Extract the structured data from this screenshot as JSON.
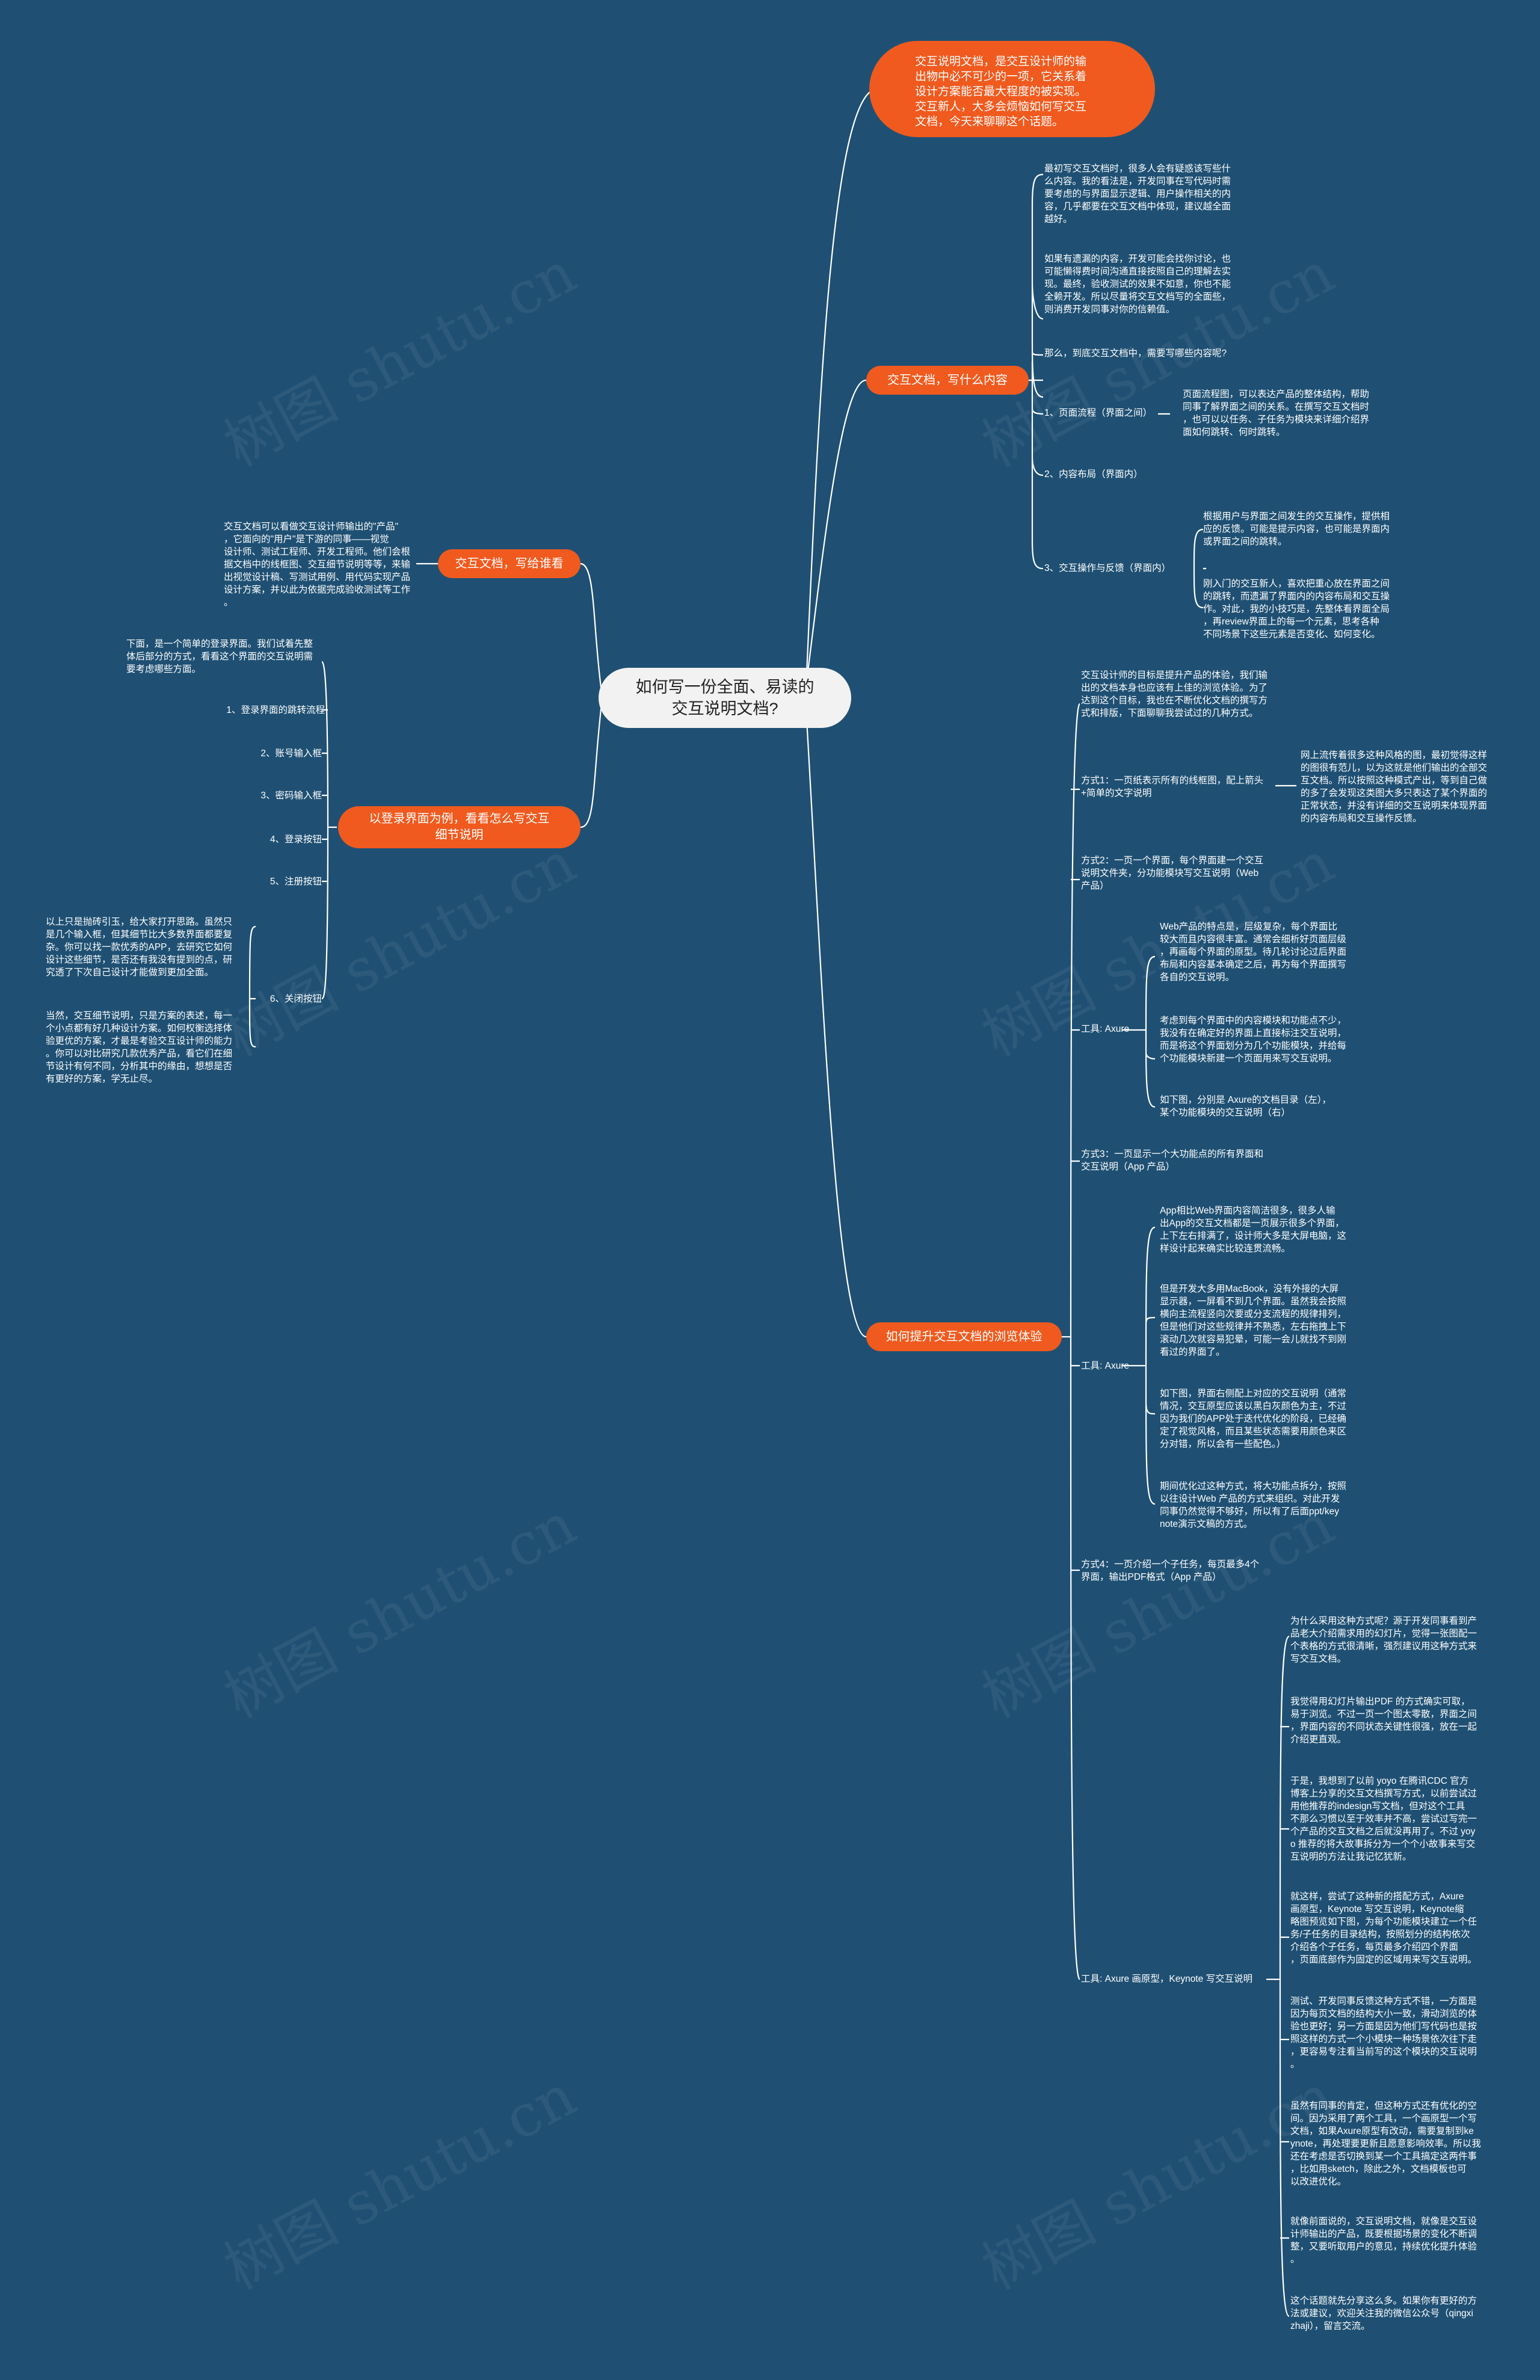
{
  "watermark": "树图 shutu.cn",
  "colors": {
    "background": "#1f5073",
    "accent": "#f05a1e",
    "root_fill": "#f2f2f2",
    "line": "#ffffff"
  },
  "root": {
    "title": "如何写一份全面、易读的\n交互说明文档?"
  },
  "branches": {
    "intro": {
      "text": "交互说明文档，是交互设计师的输\n出物中必不可少的一项，它关系着\n设计方案能否最大程度的被实现。\n交互新人，大多会烦恼如何写交互\n文档，今天来聊聊这个话题。"
    },
    "content": {
      "label": "交互文档，写什么内容",
      "p1": "最初写交互文档时，很多人会有疑惑该写些什\n么内容。我的看法是，开发同事在写代码时需\n要考虑的与界面显示逻辑、用户操作相关的内\n容，几乎都要在交互文档中体现，建议越全面\n越好。",
      "p2": "如果有遗漏的内容，开发可能会找你讨论，也\n可能懒得费时间沟通直接按照自己的理解去实\n现。最终，验收测试的效果不如意，你也不能\n全赖开发。所以尽量将交互文档写的全面些，\n则消费开发同事对你的信赖值。",
      "q": "那么，到底交互文档中，需要写哪些内容呢?",
      "item1_label": "1、页面流程（界面之间）",
      "item1_desc": "页面流程图，可以表达产品的整体结构，帮助\n同事了解界面之间的关系。在撰写交互文档时\n，也可以以任务、子任务为模块来详细介绍界\n面如何跳转、何时跳转。",
      "item2_label": "2、内容布局（界面内）",
      "item3_label": "3、交互操作与反馈（界面内）",
      "item3_a": "根据用户与界面之间发生的交互操作，提供相\n应的反馈。可能是提示内容，也可能是界面内\n或界面之间的跳转。",
      "item3_b": "刚入门的交互新人，喜欢把重心放在界面之间\n的跳转，而遗漏了界面内的内容布局和交互操\n作。对此，我的小技巧是，先整体看界面全局\n，再review界面上的每一个元素，思考各种\n不同场景下这些元素是否变化、如何变化。"
    },
    "audience": {
      "label": "交互文档，写给谁看",
      "desc": "交互文档可以看做交互设计师输出的\"产品\"\n，它面向的\"用户\"是下游的同事——视觉\n设计师、测试工程师、开发工程师。他们会根\n据文档中的线框图、交互细节说明等等，来输\n出视觉设计稿、写测试用例、用代码实现产品\n设计方案，并以此为依据完成验收测试等工作\n。"
    },
    "login": {
      "label": "以登录界面为例，看看怎么写交互\n细节说明",
      "desc": "下面，是一个简单的登录界面。我们试着先整\n体后部分的方式，看看这个界面的交互说明需\n要考虑哪些方面。",
      "items": [
        "1、登录界面的跳转流程",
        "2、账号输入框",
        "3、密码输入框",
        "4、登录按钮",
        "5、注册按钮",
        "6、关闭按钮"
      ],
      "close_a": "以上只是抛砖引玉，给大家打开思路。虽然只\n是几个输入框，但其细节比大多数界面都要复\n杂。你可以找一款优秀的APP，去研究它如何\n设计这些细节，是否还有我没有提到的点，研\n究透了下次自己设计才能做到更加全面。",
      "close_b": "当然，交互细节说明，只是方案的表述，每一\n个小点都有好几种设计方案。如何权衡选择体\n验更优的方案，才最是考验交互设计师的能力\n。你可以对比研究几款优秀产品，看它们在细\n节设计有何不同，分析其中的缘由，想想是否\n有更好的方案，学无止尽。"
    },
    "browse": {
      "label": "如何提升交互文档的浏览体验",
      "desc": "交互设计师的目标是提升产品的体验，我们输\n出的文档本身也应该有上佳的浏览体验。为了\n达到这个目标，我也在不断优化文档的撰写方\n式和排版，下面聊聊我尝试过的几种方式。",
      "m1": "方式1：一页纸表示所有的线框图，配上箭头\n+简单的文字说明",
      "m1_desc": "网上流传着很多这种风格的图，最初觉得这样\n的图很有范儿，以为这就是他们输出的全部交\n互文档。所以按照这种模式产出，等到自己做\n的多了会发现这类图大多只表达了某个界面的\n正常状态，并没有详细的交互说明来体现界面\n的内容布局和交互操作反馈。",
      "m2": "方式2：一页一个界面，每个界面建一个交互\n说明文件夹，分功能模块写交互说明（Web\n产品）",
      "m2_tool": "工具: Axure",
      "m2_a": "Web产品的特点是，层级复杂，每个界面比\n较大而且内容很丰富。通常会细析好页面层级\n，再画每个界面的原型。待几轮讨论过后界面\n布局和内容基本确定之后，再为每个界面撰写\n各自的交互说明。",
      "m2_b": "考虑到每个界面中的内容模块和功能点不少，\n我没有在确定好的界面上直接标注交互说明，\n而是将这个界面划分为几个功能模块，并给每\n个功能模块新建一个页面用来写交互说明。",
      "m2_c": "如下图，分别是 Axure的文档目录（左），\n某个功能模块的交互说明（右）",
      "m3": "方式3：一页显示一个大功能点的所有界面和\n交互说明（App 产品）",
      "m3_tool": "工具: Axure",
      "m3_a": "App相比Web界面内容简洁很多，很多人输\n出App的交互文档都是一页展示很多个界面，\n上下左右排满了，设计师大多是大屏电脑，这\n样设计起来确实比较连贯流畅。",
      "m3_b": "但是开发大多用MacBook，没有外接的大屏\n显示器，一屏看不到几个界面。虽然我会按照\n横向主流程竖向次要或分支流程的规律排列，\n但是他们对这些规律并不熟悉，左右拖拽上下\n滚动几次就容易犯晕，可能一会儿就找不到刚\n看过的界面了。",
      "m3_c": "如下图，界面右侧配上对应的交互说明（通常\n情况，交互原型应该以黑白灰颜色为主，不过\n因为我们的APP处于迭代优化的阶段，已经确\n定了视觉风格，而且某些状态需要用颜色来区\n分对错，所以会有一些配色。）",
      "m3_d": "期间优化过这种方式，将大功能点拆分，按照\n以往设计Web 产品的方式来组织。对此开发\n同事仍然觉得不够好，所以有了后面ppt/key\nnote演示文稿的方式。",
      "m4": "方式4：一页介绍一个子任务，每页最多4个\n界面，输出PDF格式（App 产品）",
      "m4_tool": "工具: Axure 画原型，Keynote 写交互说明",
      "m4_items": [
        "为什么采用这种方式呢？源于开发同事看到产\n品老大介绍需求用的幻灯片，觉得一张图配一\n个表格的方式很清晰，强烈建议用这种方式来\n写交互文档。",
        "我觉得用幻灯片输出PDF 的方式确实可取，\n易于浏览。不过一页一个图太零散，界面之间\n，界面内容的不同状态关键性很强，放在一起\n介绍更直观。",
        "于是，我想到了以前 yoyo 在腾讯CDC 官方\n博客上分享的交互文档撰写方式，以前尝试过\n用他推荐的indesign写文档，但对这个工具\n不那么习惯以至于效率并不高，尝试过写完一\n个产品的交互文档之后就没再用了。不过 yoy\no 推荐的将大故事拆分为一个个小故事来写交\n互说明的方法让我记忆犹新。",
        "就这样，尝试了这种新的搭配方式，Axure\n画原型，Keynote 写交互说明，Keynote缩\n略图预览如下图，为每个功能模块建立一个任\n务/子任务的目录结构，按照划分的结构依次\n介绍各个子任务，每页最多介绍四个界面\n，页面底部作为固定的区域用来写交互说明。",
        "测试、开发同事反馈这种方式不错，一方面是\n因为每页文档的结构大小一致，滑动浏览的体\n验也更好；另一方面是因为他们写代码也是按\n照这样的方式一个小模块一种场景依次往下走\n，更容易专注看当前写的这个模块的交互说明\n。",
        "虽然有同事的肯定，但这种方式还有优化的空\n间。因为采用了两个工具，一个画原型一个写\n文档，如果Axure原型有改动，需要复制到ke\nynote，再处理要更新且愿意影响效率。所以我\n还在考虑是否切换到某一个工具搞定这两件事\n，比如用sketch，除此之外，文档模板也可\n以改进优化。",
        "就像前面说的，交互说明文档，就像是交互设\n计师输出的产品，既要根据场景的变化不断调\n整，又要听取用户的意见，持续优化提升体验\n。",
        "这个话题就先分享这么多。如果你有更好的方\n法或建议，欢迎关注我的微信公众号（qingxi\nzhaji），留言交流。"
      ]
    }
  }
}
